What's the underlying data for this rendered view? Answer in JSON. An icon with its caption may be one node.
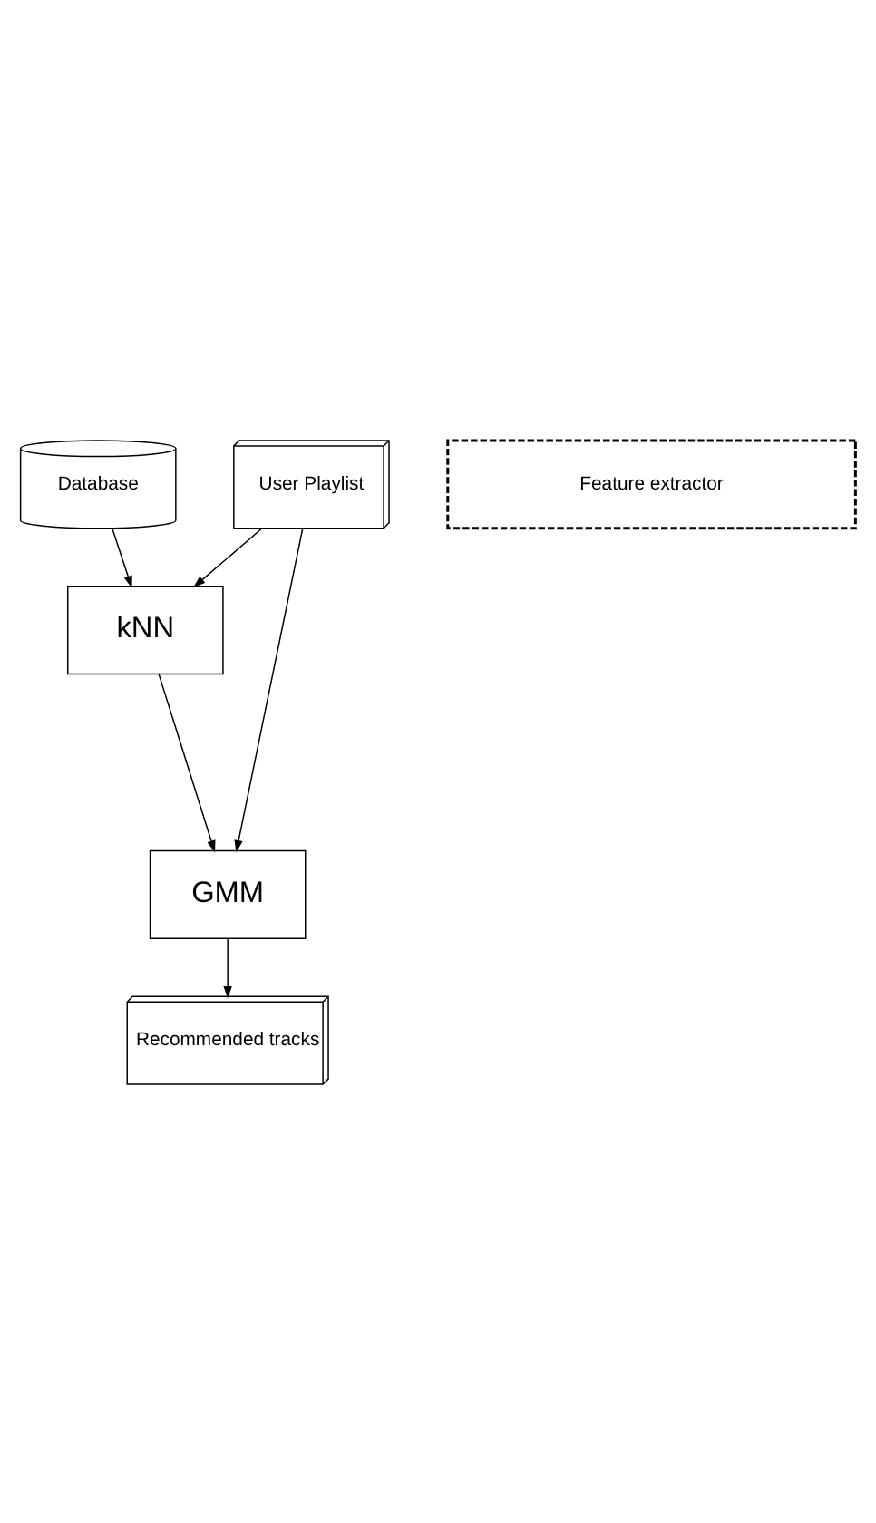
{
  "diagram": {
    "nodes": [
      {
        "text": [
          "User Playlist"
        ]
      },
      {
        "text": [
          "Database"
        ]
      },
      {
        "text": [
          "kNN"
        ]
      },
      {
        "text": [
          "Feature extractor"
        ]
      },
      {
        "text": [
          "GMM"
        ]
      },
      {
        "text": [
          "Recommended tracks"
        ]
      }
    ],
    "edges": [
      {
        "from": 1,
        "to": 2,
        "arrow": "to"
      },
      {
        "from": 0,
        "to": 2,
        "arrow": "to"
      },
      {
        "from": 2,
        "to": 4,
        "arrow": "to"
      },
      {
        "from": 0,
        "to": 4,
        "arrow": "to"
      },
      {
        "from": 4,
        "to": 5,
        "arrow": "to"
      }
    ]
  }
}
